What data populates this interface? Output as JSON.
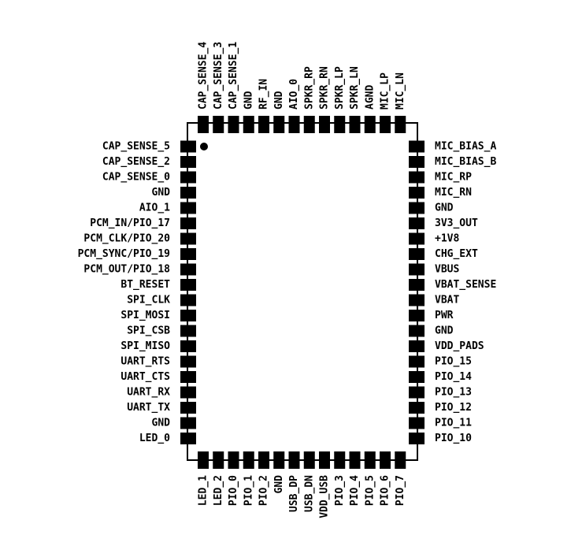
{
  "colors": {
    "outline": "#000000",
    "pad": "#000000",
    "background": "#ffffff"
  },
  "pins": {
    "top": [
      "CAP_SENSE_4",
      "CAP_SENSE_3",
      "CAP_SENSE_1",
      "GND",
      "RF_IN",
      "GND",
      "AIO_0",
      "SPKR_RP",
      "SPKR_RN",
      "SPKR_LP",
      "SPKR_LN",
      "AGND",
      "MIC_LP",
      "MIC_LN"
    ],
    "left": [
      "CAP_SENSE_5",
      "CAP_SENSE_2",
      "CAP_SENSE_0",
      "GND",
      "AIO_1",
      "PCM_IN/PIO_17",
      "PCM_CLK/PIO_20",
      "PCM_SYNC/PIO_19",
      "PCM_OUT/PIO_18",
      "BT_RESET",
      "SPI_CLK",
      "SPI_MOSI",
      "SPI_CSB",
      "SPI_MISO",
      "UART_RTS",
      "UART_CTS",
      "UART_RX",
      "UART_TX",
      "GND",
      "LED_0"
    ],
    "right": [
      "MIC_BIAS_A",
      "MIC_BIAS_B",
      "MIC_RP",
      "MIC_RN",
      "GND",
      "3V3_OUT",
      "+1V8",
      "CHG_EXT",
      "VBUS",
      "VBAT_SENSE",
      "VBAT",
      "PWR",
      "GND",
      "VDD_PADS",
      "PIO_15",
      "PIO_14",
      "PIO_13",
      "PIO_12",
      "PIO_11",
      "PIO_10"
    ],
    "bottom": [
      "LED_1",
      "LED_2",
      "PIO_0",
      "PIO_1",
      "PIO_2",
      "GND",
      "USB_DP",
      "USB_DN",
      "VDD_USB",
      "PIO_3",
      "PIO_4",
      "PIO_5",
      "PIO_6",
      "PIO_7"
    ]
  }
}
